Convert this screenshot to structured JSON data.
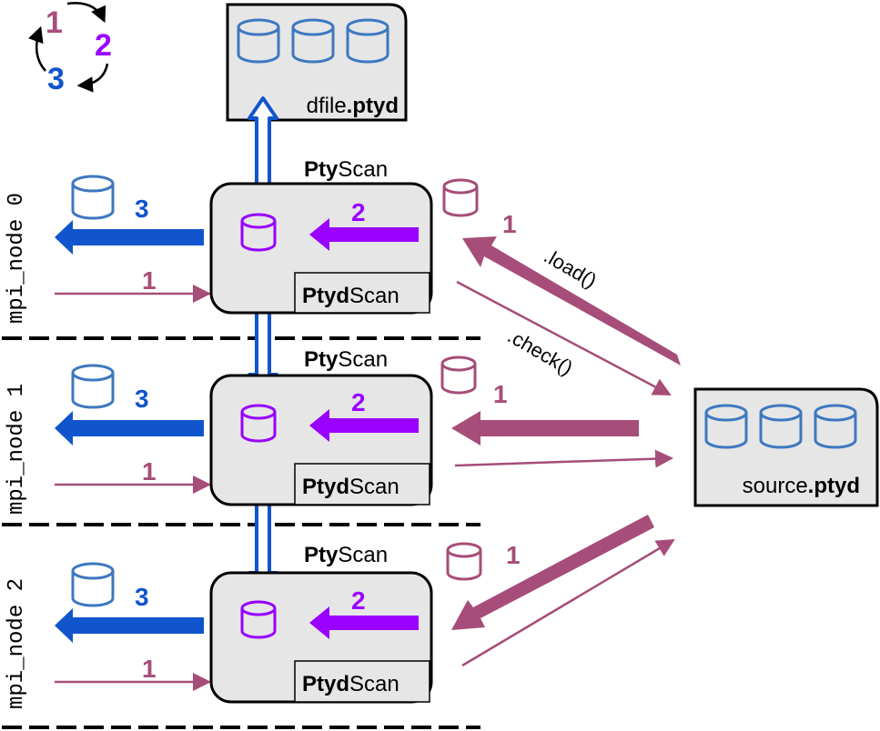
{
  "colors": {
    "plum": "#a64d79",
    "violet": "#9900ff",
    "blue": "#1155cc",
    "db_blue": "#3d78c0",
    "box_fill": "#e6e6e6",
    "black": "#000000"
  },
  "legend": {
    "step1": "1",
    "step2": "2",
    "step3": "3"
  },
  "dfile": {
    "name_plain": "dfile",
    "name_bold": ".ptyd"
  },
  "source": {
    "name_plain": "source",
    "name_bold": ".ptyd"
  },
  "edges": {
    "load_label": ".load()",
    "check_label": ".check()"
  },
  "nodes": [
    {
      "rank_label": "mpi_node 0",
      "ptyscan_bold": "Pty",
      "ptyscan_plain": "Scan",
      "ptydscan_bold": "Ptyd",
      "ptydscan_plain": "Scan",
      "step_out": "3",
      "step_in": "2",
      "step_check": "1",
      "step_load": "1"
    },
    {
      "rank_label": "mpi_node 1",
      "ptyscan_bold": "Pty",
      "ptyscan_plain": "Scan",
      "ptydscan_bold": "Ptyd",
      "ptydscan_plain": "Scan",
      "step_out": "3",
      "step_in": "2",
      "step_check": "1",
      "step_load": "1"
    },
    {
      "rank_label": "mpi_node 2",
      "ptyscan_bold": "Pty",
      "ptyscan_plain": "Scan",
      "ptydscan_bold": "Ptyd",
      "ptydscan_plain": "Scan",
      "step_out": "3",
      "step_in": "2",
      "step_check": "1",
      "step_load": "1"
    }
  ]
}
